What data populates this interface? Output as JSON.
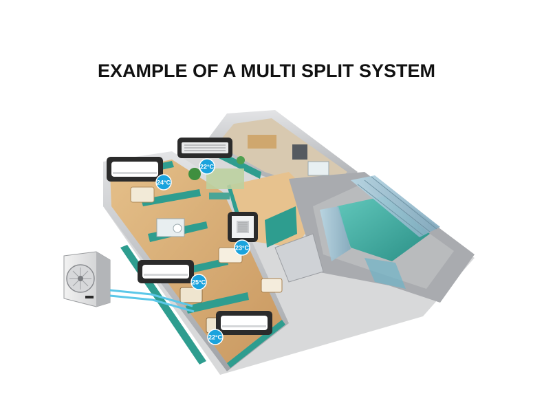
{
  "title": "EXAMPLE OF A MULTI SPLIT SYSTEM",
  "colors": {
    "teal_wall": "#2e9d8f",
    "floor": "#d9b07a",
    "wall_grey": "#c8c9cc",
    "badge_blue": "#1aa3dd",
    "unit_frame": "#2b2b2b",
    "pipe": "#5bc7e8",
    "pool": "#3aa9a0"
  },
  "indoor_units": [
    {
      "type": "wall-mounted",
      "temp": "24°C"
    },
    {
      "type": "ducted",
      "temp": "22°C"
    },
    {
      "type": "cassette",
      "temp": "23°C"
    },
    {
      "type": "wall-mounted",
      "temp": "25°C"
    },
    {
      "type": "wall-mounted",
      "temp": "22°C"
    }
  ],
  "outdoor_unit": {
    "type": "outdoor-condenser"
  }
}
